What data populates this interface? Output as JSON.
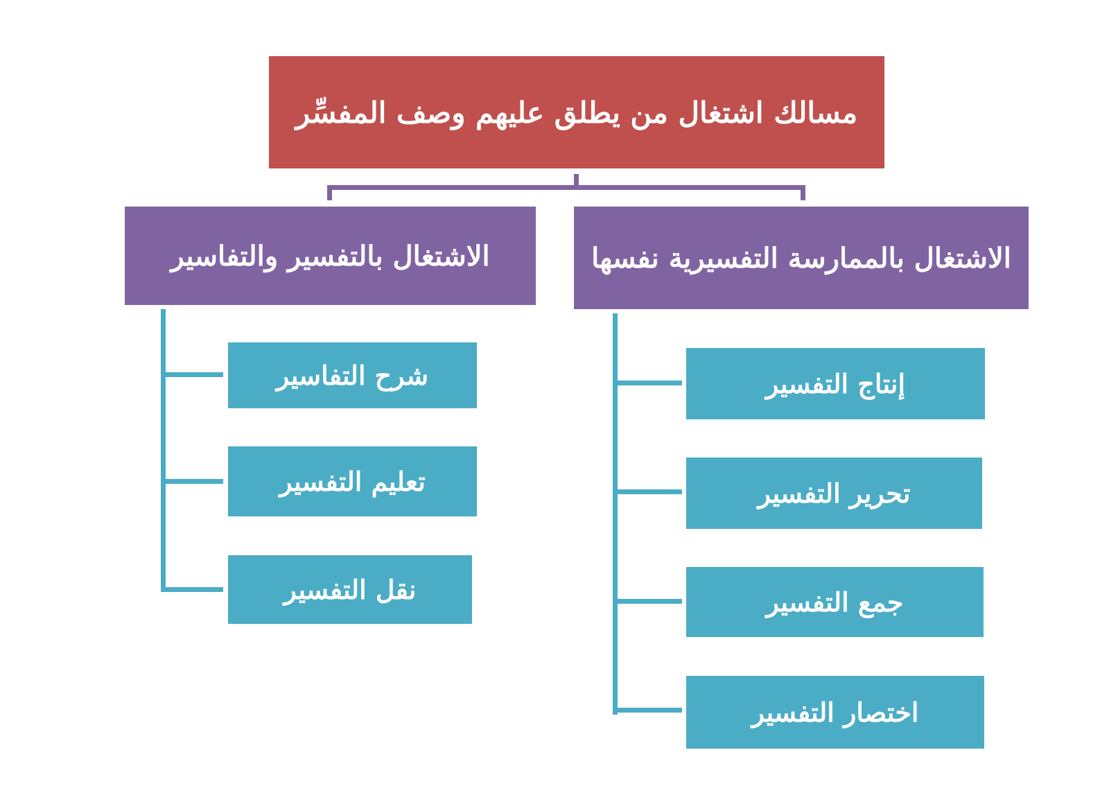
{
  "diagram": {
    "root": {
      "label": "مسالك اشتغال من يطلق عليهم وصف المفسِّر"
    },
    "categories": [
      {
        "label": "الاشتغال بالممارسة التفسيرية نفسها",
        "children": [
          "إنتاج التفسير",
          "تحرير التفسير",
          "جمع التفسير",
          "اختصار التفسير"
        ]
      },
      {
        "label": "الاشتغال بالتفسير والتفاسير",
        "children": [
          "شرح التفاسير",
          "تعليم التفسير",
          "نقل التفسير"
        ]
      }
    ],
    "colors": {
      "root": "#c0504d",
      "category": "#8064a2",
      "leaf": "#4bacc6",
      "text": "#ffffff"
    }
  }
}
